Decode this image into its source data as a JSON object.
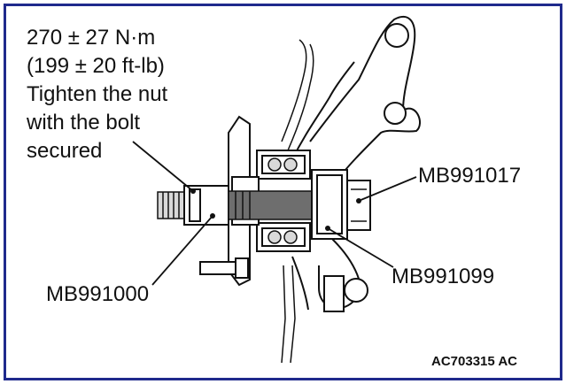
{
  "torque_note": {
    "line1": "270 ± 27 N·m",
    "line2": "(199 ± 20 ft-lb)",
    "line3": "Tighten the nut",
    "line4": "with the bolt",
    "line5": "secured"
  },
  "callouts": {
    "mb991017": "MB991017",
    "mb991000": "MB991000",
    "mb991099": "MB991099"
  },
  "figure_code": "AC703315 AC",
  "colors": {
    "border": "#1f2a8c",
    "ink": "#111111",
    "fill_grey": "#d9d9d9"
  }
}
